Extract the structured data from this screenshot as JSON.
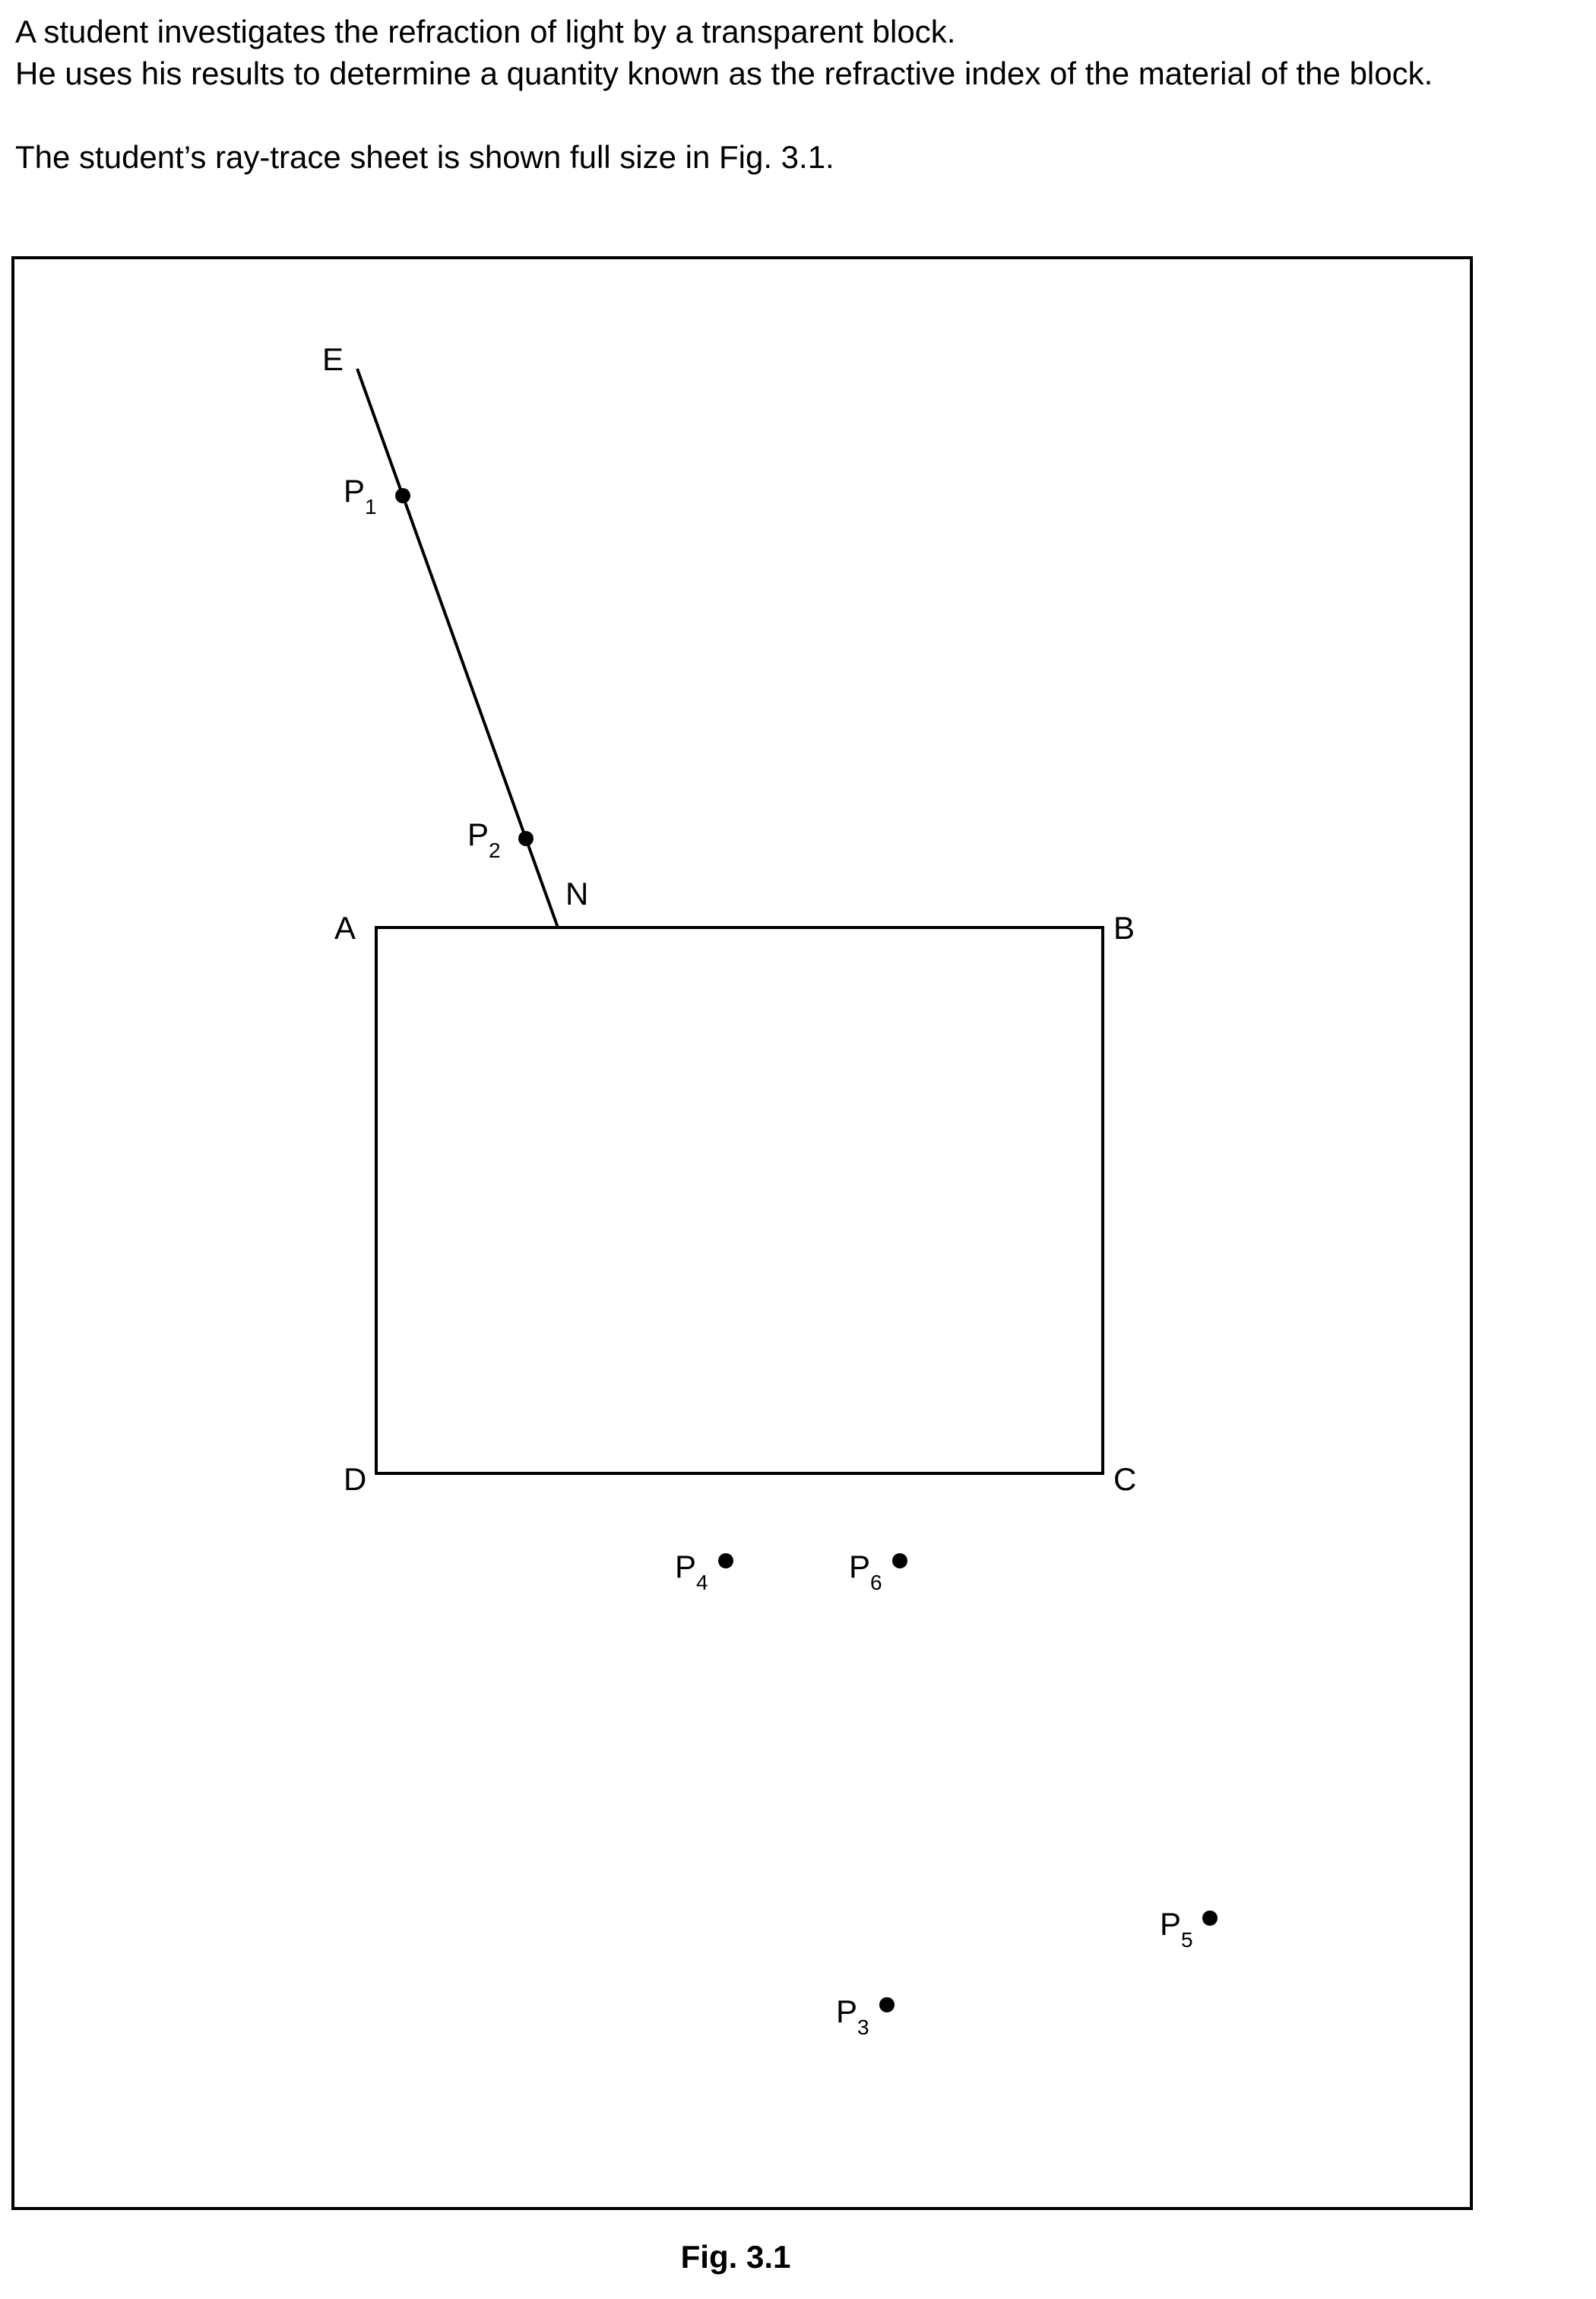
{
  "intro": {
    "line1": "A student investigates the refraction of light by a transparent block.",
    "line2": "He uses his results to determine a quantity known as the refractive index of the material of the block.",
    "line3": "The student’s ray-trace sheet is shown full size in Fig. 3.1."
  },
  "figure": {
    "corners": {
      "a": "A",
      "b": "B",
      "c": "C",
      "d": "D"
    },
    "ray_end_label": "E",
    "ray_point_label": "N",
    "pins": [
      {
        "letter": "P",
        "sub": "1"
      },
      {
        "letter": "P",
        "sub": "2"
      },
      {
        "letter": "P",
        "sub": "3"
      },
      {
        "letter": "P",
        "sub": "4"
      },
      {
        "letter": "P",
        "sub": "5"
      },
      {
        "letter": "P",
        "sub": "6"
      }
    ],
    "caption": "Fig. 3.1"
  }
}
